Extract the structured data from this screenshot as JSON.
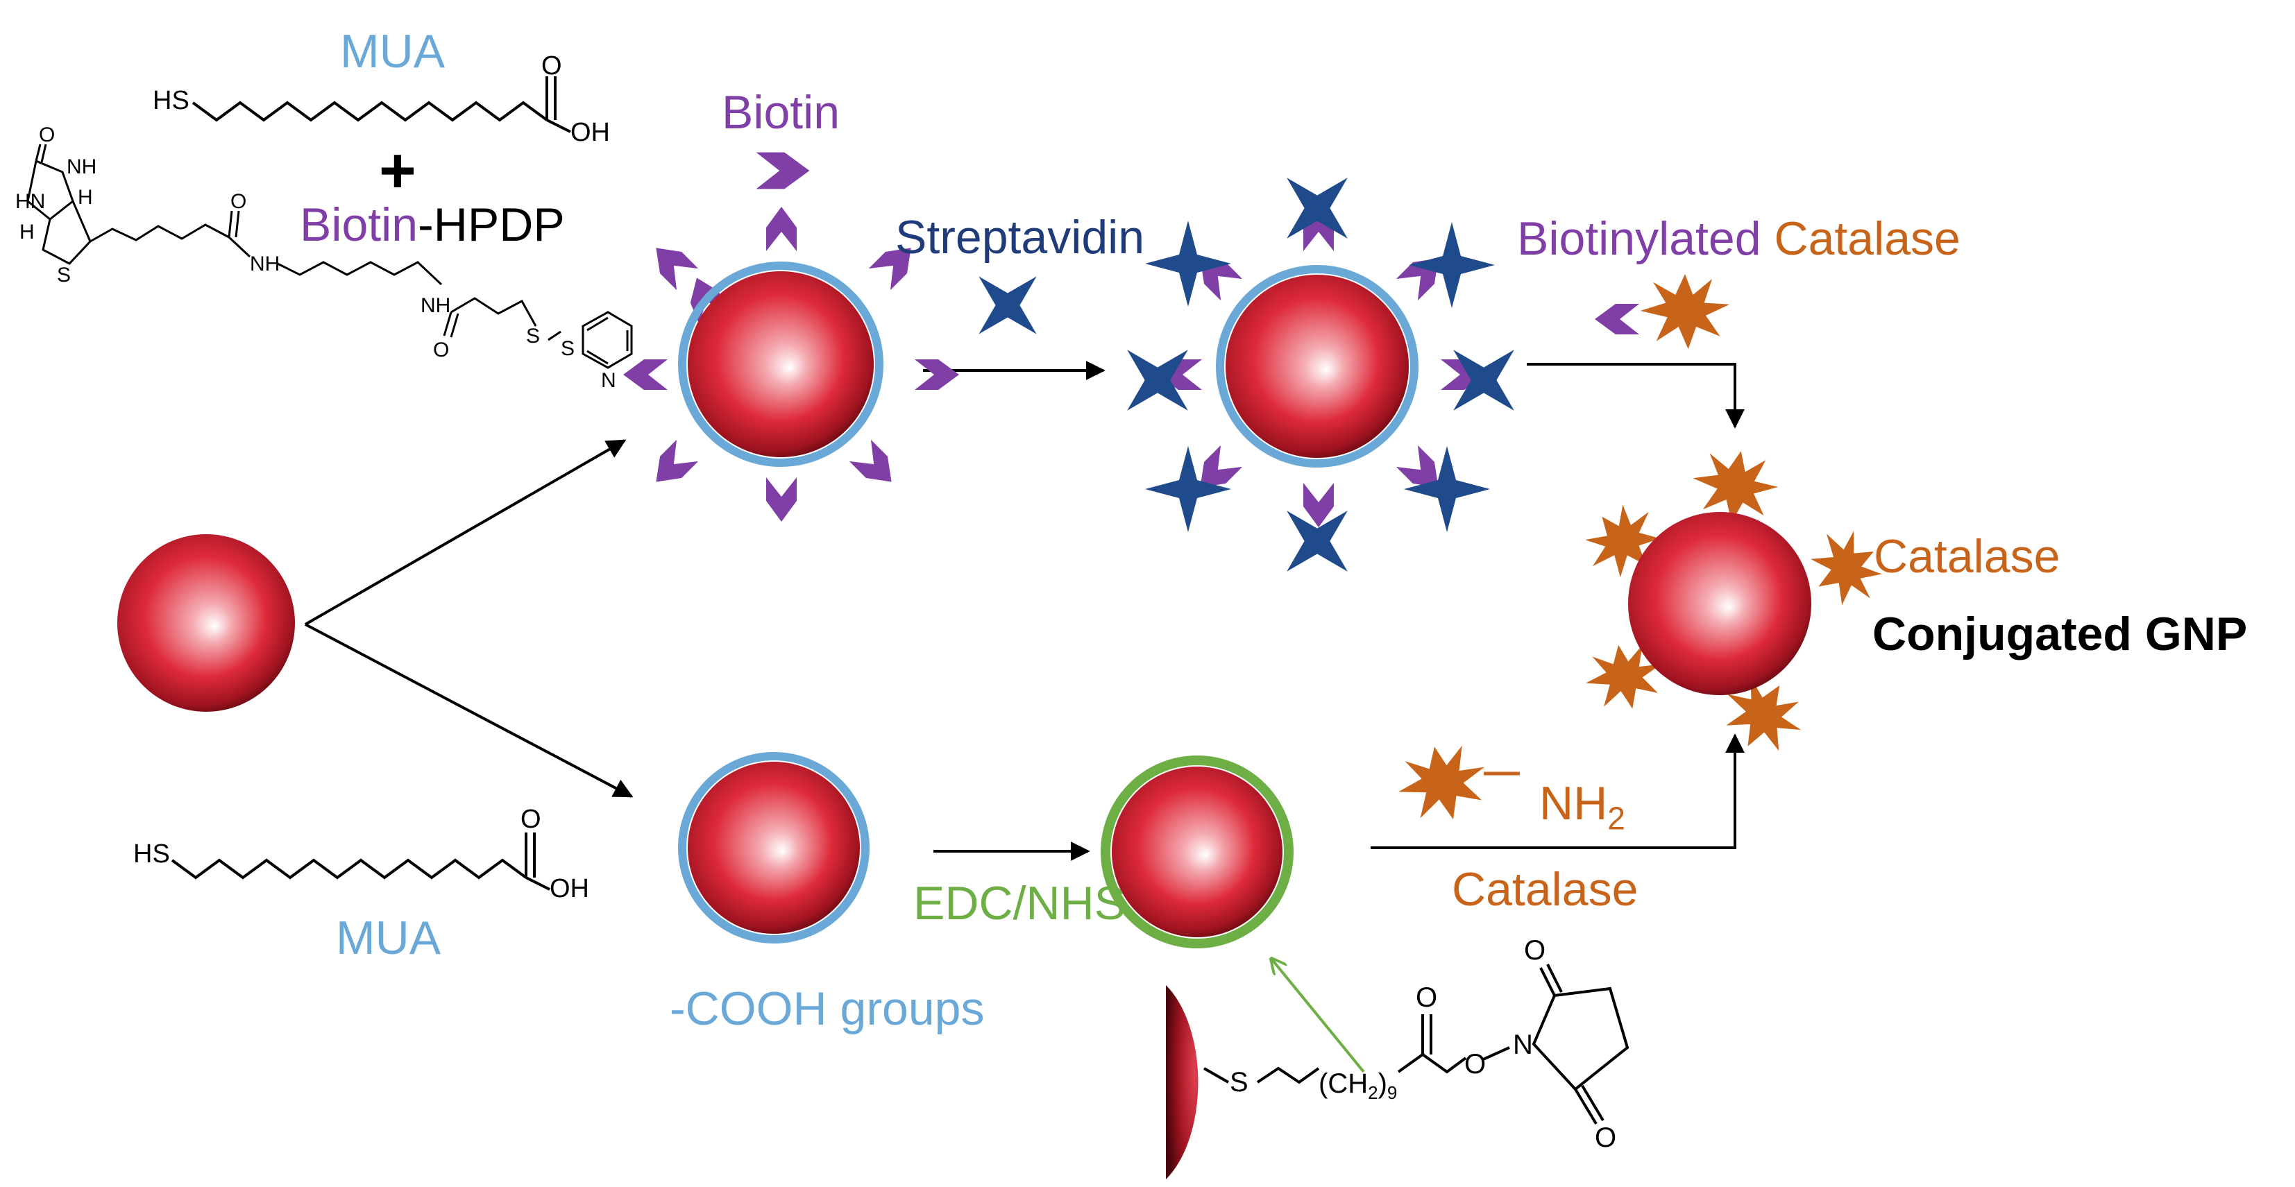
{
  "labels": {
    "mua_top": "MUA",
    "plus": "+",
    "biotin_hpdp_a": "Biotin",
    "biotin_hpdp_b": "-HPDP",
    "biotin": "Biotin",
    "streptavidin": "Streptavidin",
    "biotinylated": "Biotinylated",
    "catalase_top": "Catalase",
    "catalase_right": "Catalase",
    "conjugated": "Conjugated GNP",
    "nh2_main": "NH",
    "nh2_sub": "2",
    "catalase_bottom": "Catalase",
    "edc_nhs": "EDC/NHS",
    "cooh": "-COOH groups",
    "mua_bottom": "MUA"
  },
  "chem": {
    "hs_top": "HS",
    "oh_top": "OH",
    "o_top": "O",
    "hs_bot": "HS",
    "oh_bot": "OH",
    "o_bot": "O",
    "biotin_o": "O",
    "biotin_nh1": "NH",
    "biotin_hn": "HN",
    "biotin_h1": "H",
    "biotin_h2": "H",
    "biotin_s": "S",
    "linker_o1": "O",
    "linker_nh1": "NH",
    "linker_nh2": "NH",
    "linker_o2": "O",
    "linker_s1": "S",
    "linker_s2": "S",
    "pyr_n": "N",
    "nhs_s": "S",
    "nhs_ch": "(CH",
    "nhs_sub2": "2",
    "nhs_paren": ")",
    "nhs_sub9": "9",
    "nhs_o_carbonyl": "O",
    "nhs_o_ester": "O",
    "nhs_n": "N",
    "nhs_o_ring_top": "O",
    "nhs_o_ring_bot": "O"
  },
  "colors": {
    "mua_blue": "#6AA8D8",
    "biotin_purple": "#7F3FA6",
    "streptavidin_navy": "#1F3B7A",
    "catalase_orange": "#C8641A",
    "edc_green": "#6DAE45",
    "gnp_red": "#D8232F"
  }
}
